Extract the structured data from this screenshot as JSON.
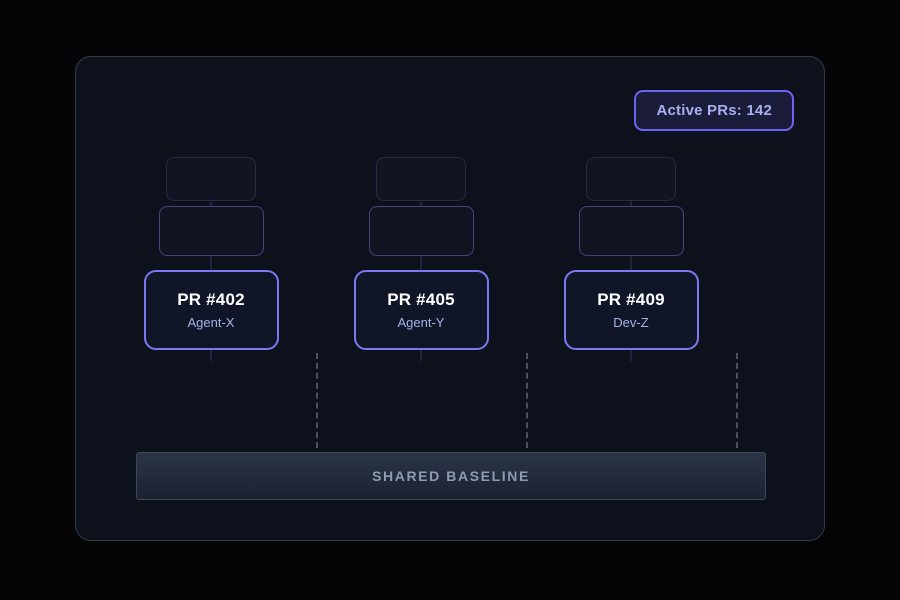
{
  "panel": {
    "badge": {
      "label": "Active PRs: 142",
      "accent_color": "#6c63f5",
      "text_color": "#a9b0f0",
      "fill_color": "#1b1b3a"
    },
    "baseline": {
      "label": "SHARED BASELINE"
    },
    "branches": [
      {
        "pr_title": "PR #402",
        "author": "Agent-X",
        "ghost_commits": 2,
        "accent_color": "#7b78f2"
      },
      {
        "pr_title": "PR #405",
        "author": "Agent-Y",
        "ghost_commits": 2,
        "accent_color": "#7b78f2"
      },
      {
        "pr_title": "PR #409",
        "author": "Dev-Z",
        "ghost_commits": 2,
        "accent_color": "#7b78f2"
      }
    ]
  }
}
